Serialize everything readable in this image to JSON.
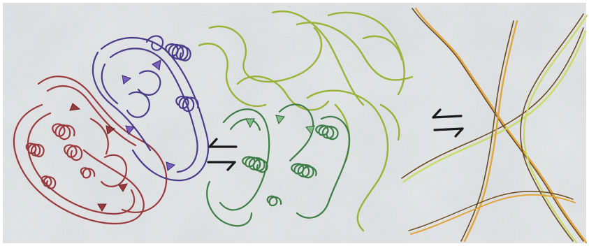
{
  "illustration": {
    "paper_color": "#d9dcde",
    "paper_highlight": "#eef0f1",
    "regions": [
      {
        "name": "red-domain",
        "color": "#9a3a3c",
        "fill": "#b85e5e"
      },
      {
        "name": "purple-domain",
        "color": "#4b3b8a",
        "fill": "#7a5fc0"
      },
      {
        "name": "green-domain",
        "color": "#3d7d46",
        "fill": "#7fbf86"
      },
      {
        "name": "yellow-green-strands",
        "color": "#9bb236",
        "fill": "#c9da66"
      },
      {
        "name": "fibril-strands",
        "color": "#6a4a1e",
        "fill": "#e0a43a"
      }
    ],
    "equilibrium_arrows": [
      {
        "name": "equilibrium-arrows-left",
        "color": "#1a1a1a"
      },
      {
        "name": "equilibrium-arrows-right",
        "color": "#1a1a1a"
      }
    ]
  }
}
